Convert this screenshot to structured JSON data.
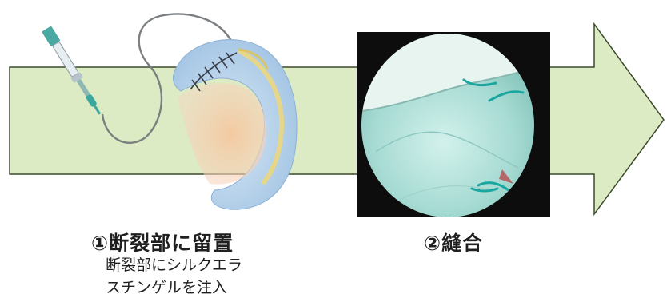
{
  "steps": [
    {
      "title": "①断裂部に留置",
      "description_line1": "断裂部にシルクエラ",
      "description_line2": "スチンゲルを注入"
    },
    {
      "title": "②縫合"
    }
  ],
  "colors": {
    "arrow_fill": "#dcebc4",
    "arrow_stroke": "#3b4a2a",
    "meniscus": "#bcd6ee",
    "tear_region": "#f6c7a4",
    "gel_stripe": "#e6d68a",
    "needle_tip": "#3aa89e",
    "scope_bg": "#0d0d0d",
    "scope_tissue": "#a9dfd8",
    "suture": "#1aa7a0"
  },
  "icons": [
    "syringe-icon",
    "meniscus-illustration",
    "arthroscopy-photo"
  ]
}
